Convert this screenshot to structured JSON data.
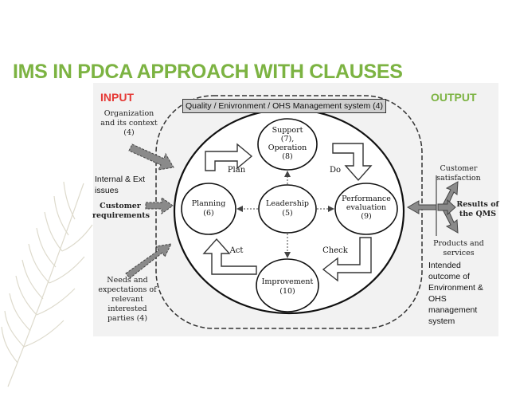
{
  "title": "IMS IN PDCA APPROACH WITH CLAUSES",
  "headers": {
    "input": "INPUT",
    "output": "OUTPUT"
  },
  "system_label": "Quality / Enivronment / OHS Management system (4)",
  "colors": {
    "title": "#7cb342",
    "header": "#e53935",
    "arrow": "#8a8a8a"
  },
  "inputs": {
    "organization": [
      "Organization",
      "and its context",
      "(4)"
    ],
    "internal_ext": [
      "Internal & Ext",
      "issues"
    ],
    "customer_requirements": [
      "Customer",
      "requirements"
    ],
    "needs": [
      "Needs and",
      "expectations of",
      "relevant",
      "interested",
      "parties (4)"
    ]
  },
  "outputs": {
    "customer_satisfaction": [
      "Customer",
      "satisfaction"
    ],
    "results": [
      "Results of",
      "the QMS"
    ],
    "products": [
      "Products and",
      "services"
    ],
    "intended": [
      "Intended",
      "outcome of",
      "Environment &",
      "OHS",
      "management",
      "system"
    ]
  },
  "cycle": {
    "support": [
      "Support",
      "(7),",
      "Operation",
      "(8)"
    ],
    "planning": [
      "Planning",
      "(6)"
    ],
    "leadership": [
      "Leadership",
      "(5)"
    ],
    "performance": [
      "Performance",
      "evaluation",
      "(9)"
    ],
    "improvement": [
      "Improvement",
      "(10)"
    ]
  },
  "phases": {
    "plan": "Plan",
    "do": "Do",
    "act": "Act",
    "check": "Check"
  }
}
